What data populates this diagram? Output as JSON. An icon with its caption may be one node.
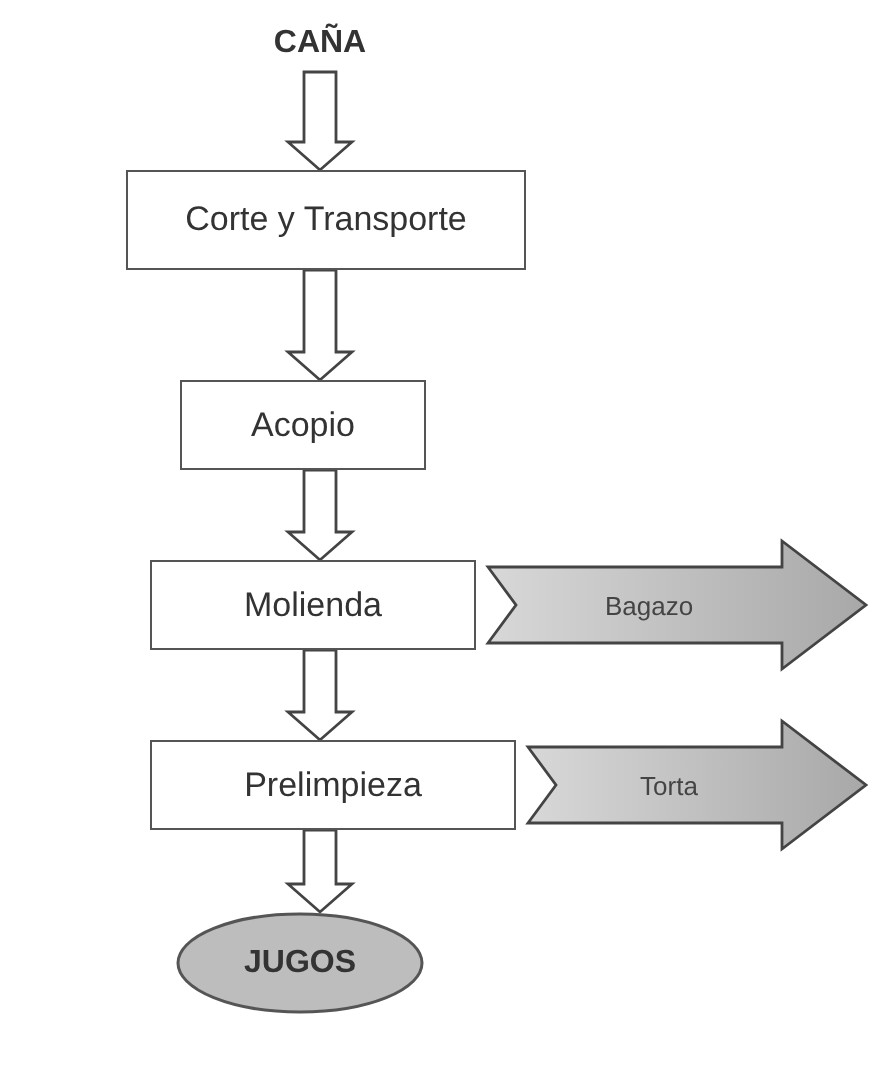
{
  "diagram": {
    "nodes": [
      {
        "text": [
          "CAÑA"
        ]
      },
      {
        "text": [
          "Corte y Transporte"
        ]
      },
      {
        "text": [
          "Acopio"
        ]
      },
      {
        "text": [
          "Molienda"
        ]
      },
      {
        "text": [
          "Prelimpieza"
        ]
      },
      {
        "text": [
          "JUGOS"
        ]
      }
    ],
    "edges": [
      {
        "from": 0,
        "to": 1,
        "arrow": "to"
      },
      {
        "from": 1,
        "to": 2,
        "arrow": "to"
      },
      {
        "from": 2,
        "to": 3,
        "arrow": "to"
      },
      {
        "from": 3,
        "to": 4,
        "arrow": "to"
      },
      {
        "from": 4,
        "to": 5,
        "arrow": "to"
      },
      {
        "from": 3,
        "to": null,
        "arrow": "to",
        "label": "Bagazo",
        "style": "thick"
      },
      {
        "from": 4,
        "to": null,
        "arrow": "to",
        "label": "Torta",
        "style": "thick"
      }
    ]
  }
}
